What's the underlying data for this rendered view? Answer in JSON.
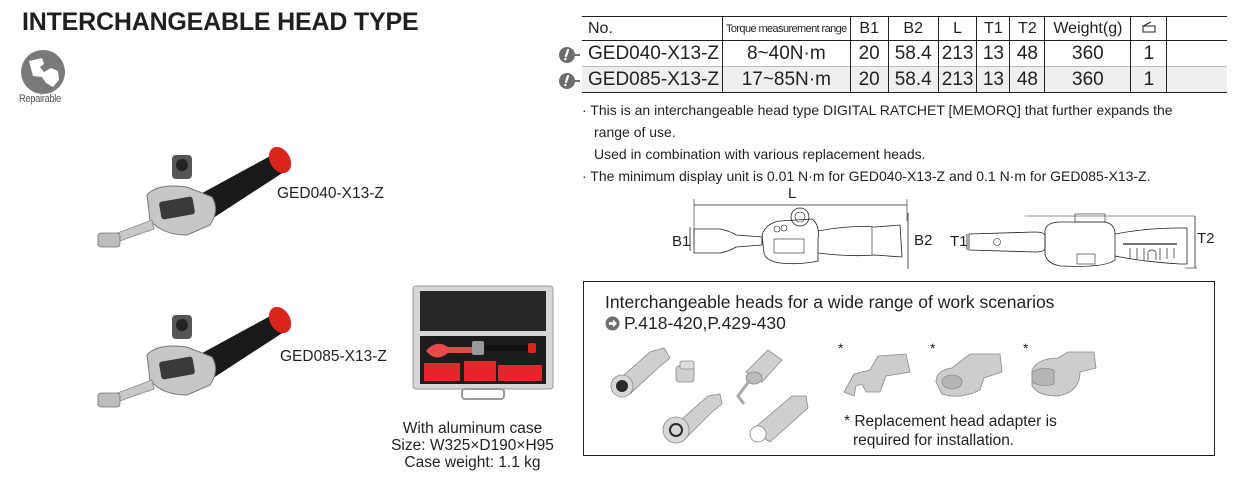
{
  "header": {
    "title": "INTERCHANGEABLE HEAD TYPE",
    "badge_label": "Repairable",
    "badge_icon": "wrench-circle-icon"
  },
  "products": [
    {
      "label": "GED040-X13-Z"
    },
    {
      "label": "GED085-X13-Z"
    }
  ],
  "case": {
    "line1": "With aluminum case",
    "line2": "Size: W325×D190×H95",
    "line3": "Case weight: 1.1 kg"
  },
  "spec_table": {
    "columns": [
      "No.",
      "Torque measurement range",
      "B1",
      "B2",
      "L",
      "T1",
      "T2",
      "Weight(g)",
      "qty-icon",
      ""
    ],
    "rows": [
      {
        "no": "GED040-X13-Z",
        "range": "8~40N·m",
        "b1": "20",
        "b2": "58.4",
        "l": "213",
        "t1": "13",
        "t2": "48",
        "weight": "360",
        "qty": "1",
        "extra": "",
        "icon": "alert-icon"
      },
      {
        "no": "GED085-X13-Z",
        "range": "17~85N·m",
        "b1": "20",
        "b2": "58.4",
        "l": "213",
        "t1": "13",
        "t2": "48",
        "weight": "360",
        "qty": "1",
        "extra": "",
        "icon": "alert-icon"
      }
    ]
  },
  "notes": {
    "n1_line1": "· This is an interchangeable head type DIGITAL RATCHET [MEMORQ] that further expands the",
    "n1_line2": "range of use.",
    "n1_line3": "Used in combination with various replacement heads.",
    "n2": "· The minimum display unit is 0.01 N·m for GED040-X13-Z and 0.1 N·m for GED085-X13-Z."
  },
  "diagram": {
    "labels": {
      "L": "L",
      "B1": "B1",
      "B2": "B2",
      "T1": "T1",
      "T2": "T2"
    }
  },
  "heads": {
    "title": "Interchangeable heads for a wide range of work scenarios",
    "ref": "P.418-420,P.429-430",
    "asterisk": "*",
    "note_line1": "* Replacement head adapter is",
    "note_line2": "required for installation."
  },
  "colors": {
    "text": "#231f20",
    "grip": "#1a1a1a",
    "grip_cap": "#d9261c",
    "metal": "#c9c9c9",
    "icon_gray": "#7a7a7a",
    "row_shade": "#efefef"
  }
}
